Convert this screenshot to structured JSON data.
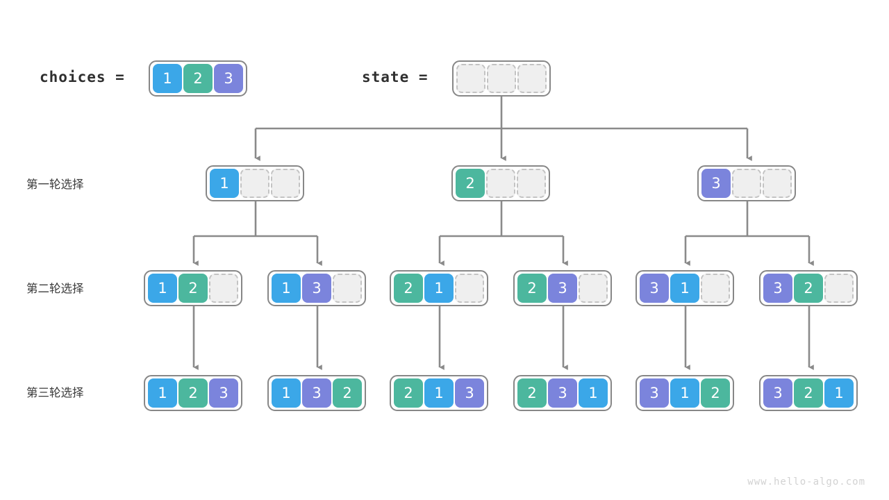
{
  "meta": {
    "watermark": "www.hello-algo.com",
    "colors": {
      "value_1": "#3ba7e8",
      "value_2": "#4cb79e",
      "value_3": "#7b84dc",
      "empty_fill": "#efefef",
      "empty_border": "#c3c3c3",
      "node_border": "#878787",
      "wire": "#8a8a8a",
      "text": "#3b3b3b",
      "watermark": "#d2d2d2"
    }
  },
  "header": {
    "choices_label": "choices  =",
    "choices_values": [
      "1",
      "2",
      "3"
    ],
    "state_label": "state  =",
    "state_values": [
      "",
      "",
      ""
    ]
  },
  "row_labels": [
    "第一轮选择",
    "第二轮选择",
    "第三轮选择"
  ],
  "level1": [
    {
      "cells": [
        "1",
        "",
        ""
      ]
    },
    {
      "cells": [
        "2",
        "",
        ""
      ]
    },
    {
      "cells": [
        "3",
        "",
        ""
      ]
    }
  ],
  "level2": [
    {
      "cells": [
        "1",
        "2",
        ""
      ]
    },
    {
      "cells": [
        "1",
        "3",
        ""
      ]
    },
    {
      "cells": [
        "2",
        "1",
        ""
      ]
    },
    {
      "cells": [
        "2",
        "3",
        ""
      ]
    },
    {
      "cells": [
        "3",
        "1",
        ""
      ]
    },
    {
      "cells": [
        "3",
        "2",
        ""
      ]
    }
  ],
  "level3": [
    {
      "cells": [
        "1",
        "2",
        "3"
      ]
    },
    {
      "cells": [
        "1",
        "3",
        "2"
      ]
    },
    {
      "cells": [
        "2",
        "1",
        "3"
      ]
    },
    {
      "cells": [
        "2",
        "3",
        "1"
      ]
    },
    {
      "cells": [
        "3",
        "1",
        "2"
      ]
    },
    {
      "cells": [
        "3",
        "2",
        "1"
      ]
    }
  ]
}
